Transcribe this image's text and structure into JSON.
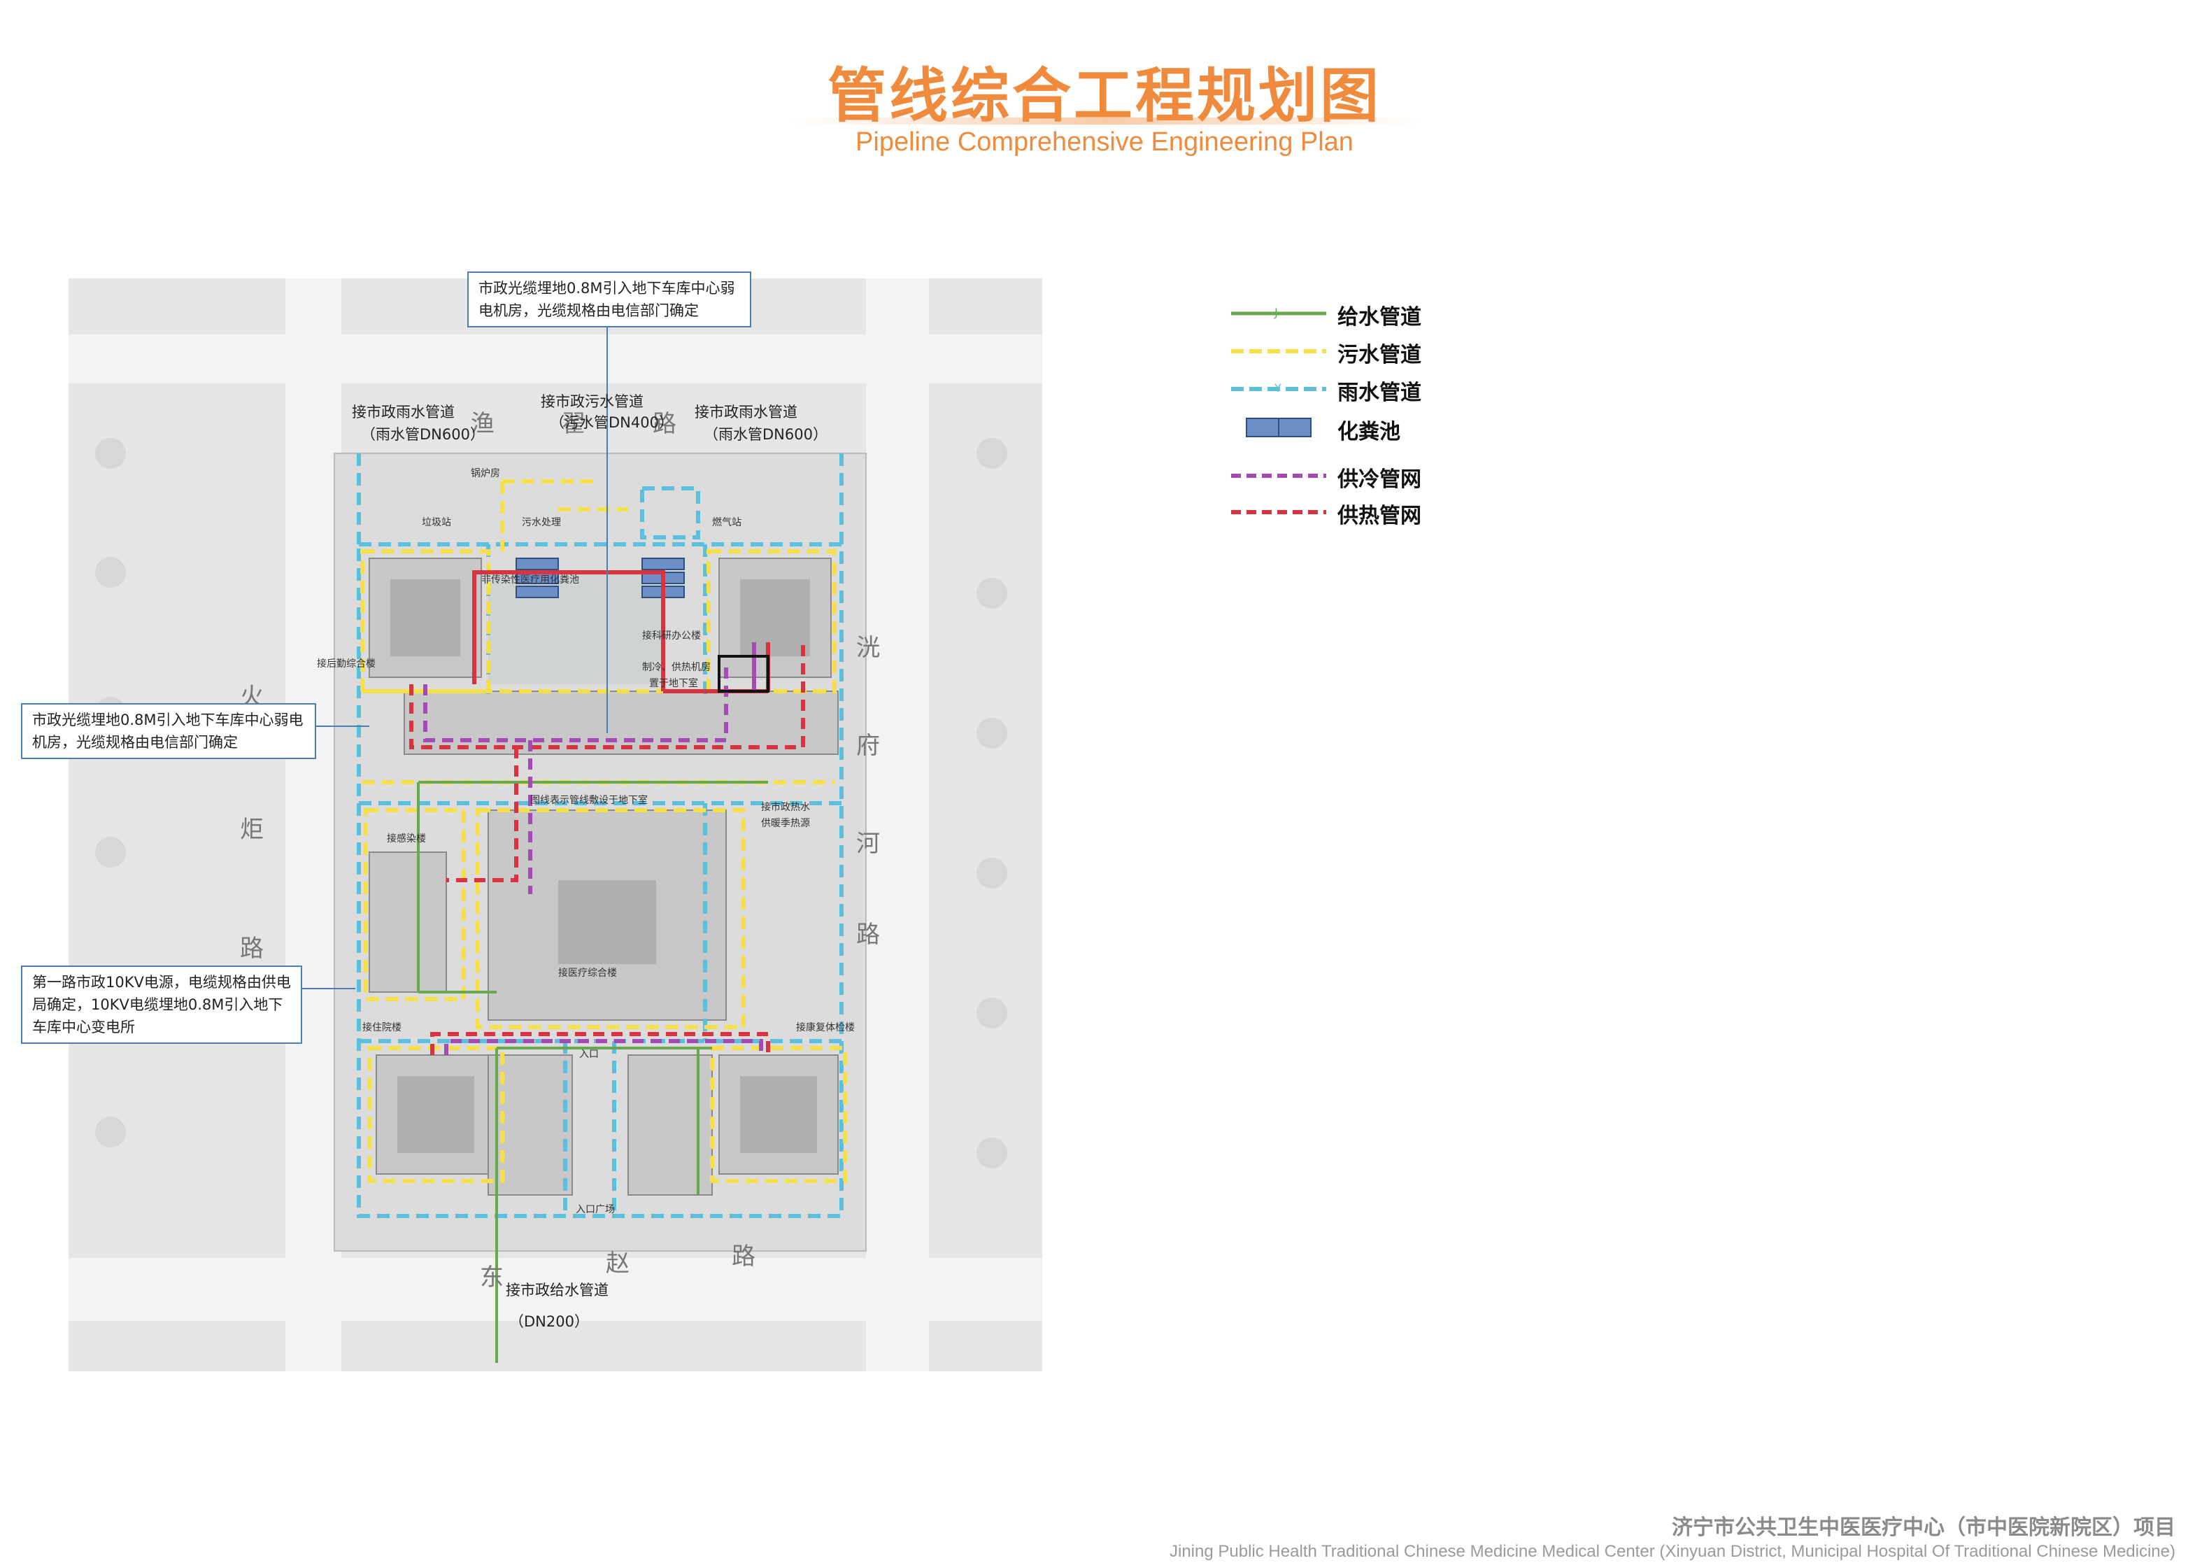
{
  "title": {
    "cn": "管线综合工程规划图",
    "en": "Pipeline Comprehensive Engineering Plan"
  },
  "legend": [
    {
      "label": "给水管道",
      "color": "#6aa84f",
      "style": "solid",
      "marker": "J"
    },
    {
      "label": "污水管道",
      "color": "#f5e04a",
      "style": "dashed",
      "marker": ""
    },
    {
      "label": "雨水管道",
      "color": "#5bc0de",
      "style": "dashed",
      "marker": "Y"
    },
    {
      "label": "化粪池",
      "color": "#6c8fc7",
      "style": "box",
      "marker": ""
    },
    {
      "label": "供冷管网",
      "color": "#a34bb3",
      "style": "dashed",
      "marker": ""
    },
    {
      "label": "供热管网",
      "color": "#d9333f",
      "style": "dashed",
      "marker": ""
    }
  ],
  "callouts": {
    "top": "市政光缆埋地0.8M引入地下车库中心弱电机房，光缆规格由电信部门确定",
    "left_mid": "市政光缆埋地0.8M引入地下车库中心弱电机房，光缆规格由电信部门确定",
    "left_low": "第一路市政10KV电源，电缆规格由供电局确定，10KV电缆埋地0.8M引入地下车库中心变电所"
  },
  "labels": {
    "rain_left_1": "接市政雨水管道",
    "rain_left_2": "（雨水管DN600）",
    "sewage_1": "接市政污水管道",
    "sewage_2": "（污水管DN400）",
    "rain_right_1": "接市政雨水管道",
    "rain_right_2": "（雨水管DN600）",
    "water_1": "接市政给水管道",
    "water_2": "（DN200）"
  },
  "roads": {
    "north": [
      "渔",
      "翟",
      "路"
    ],
    "east": [
      "洸",
      "府",
      "河",
      "路"
    ],
    "west": [
      "火",
      "炬",
      "路"
    ],
    "south": [
      "东",
      "赵",
      "路"
    ]
  },
  "small_labels": {
    "boiler": "锅炉房",
    "waste": "垃圾站",
    "sewage_station": "污水处理",
    "gas": "燃气站",
    "septic": "非传染性医疗用化粪池",
    "research": "接科研办公楼",
    "logistics": "接后勤综合楼",
    "cooling": "制冷、供热机房",
    "basement": "置于地下室",
    "pipe_note": "图线表示管线敷设于地下室",
    "heat": "接市政热水",
    "heat2": "供暖季热源",
    "infection": "接感染楼",
    "medical": "接医疗综合楼",
    "inpatient": "接住院楼",
    "rehab": "接康复体检楼",
    "entrance": "入口",
    "plaza": "入口广场"
  },
  "footer": {
    "cn": "济宁市公共卫生中医医疗中心（市中医院新院区）项目",
    "en": "Jining Public Health Traditional Chinese Medicine Medical Center (Xinyuan District, Municipal Hospital Of Traditional Chinese Medicine)"
  }
}
